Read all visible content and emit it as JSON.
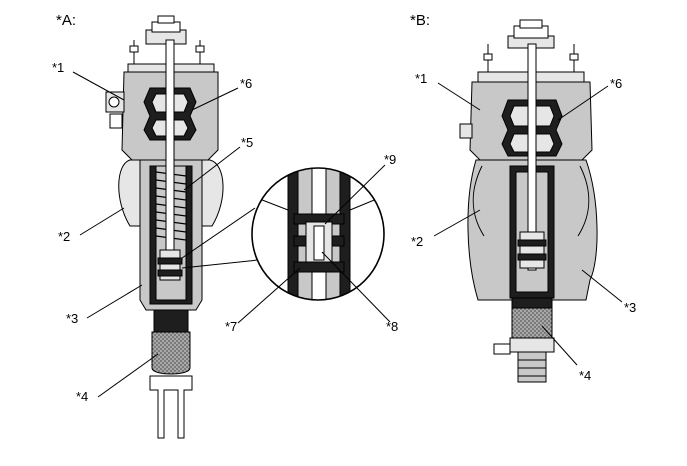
{
  "figure_a": {
    "header": "*A:",
    "callouts": {
      "c1": "*1",
      "c2": "*2",
      "c3": "*3",
      "c4": "*4",
      "c5": "*5",
      "c6": "*6",
      "c7": "*7",
      "c8": "*8",
      "c9": "*9"
    }
  },
  "figure_b": {
    "header": "*B:",
    "callouts": {
      "c1": "*1",
      "c2": "*2",
      "c3": "*3",
      "c4": "*4",
      "c6": "*6"
    }
  },
  "colors": {
    "line": "#000000",
    "body_fill": "#c8c8c8",
    "dark_fill": "#1e1e1e",
    "mesh_fill": "#9a9a9a",
    "rubber_fill": "#e6e6e6"
  }
}
